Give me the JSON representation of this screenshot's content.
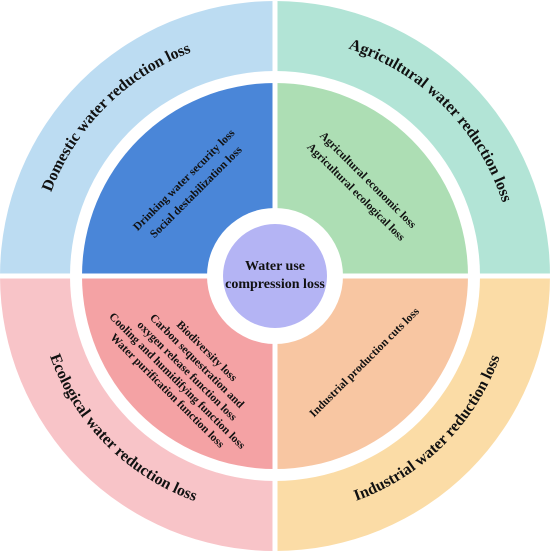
{
  "center": {
    "lines": [
      "Water use",
      "compression loss"
    ],
    "fill": "#b4b4f4"
  },
  "sectors": [
    {
      "key": "domestic",
      "outer_label": "Domestic water reduction loss",
      "outer_fill": "#bcdcf2",
      "inner_fill": "#4a86d8",
      "inner_lines": [
        "Drinking water security loss",
        "Social destabilization loss"
      ]
    },
    {
      "key": "agricultural",
      "outer_label": "Agricultural water reduction loss",
      "outer_fill": "#b2e4d6",
      "inner_fill": "#addeb4",
      "inner_lines": [
        "Agricultural economic loss",
        "Agricultural ecological loss"
      ]
    },
    {
      "key": "industrial",
      "outer_label": "Industrial water reduction loss",
      "outer_fill": "#fbdca6",
      "inner_fill": "#f8c6a2",
      "inner_lines": [
        "Industrial production cuts loss"
      ]
    },
    {
      "key": "ecological",
      "outer_label": "Ecological water reduction loss",
      "outer_fill": "#f8c4c8",
      "inner_fill": "#f4a2a4",
      "inner_lines": [
        "Biodiversity loss",
        "Carbon sequestration and",
        "oxygen release function loss",
        "Cooling and humidifying function loss",
        "Water purification function loss"
      ]
    }
  ]
}
